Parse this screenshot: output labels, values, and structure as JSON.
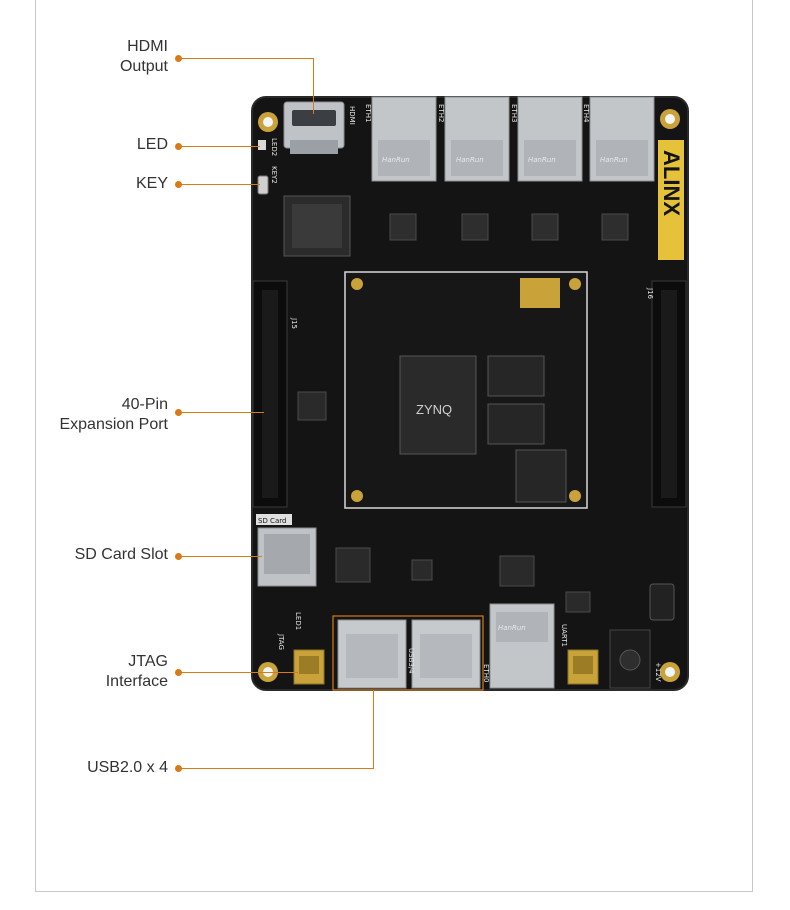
{
  "callouts": {
    "hdmi": {
      "line1": "HDMI",
      "line2": "Output"
    },
    "led": {
      "text": "LED"
    },
    "key": {
      "text": "KEY"
    },
    "pin40": {
      "line1": "40-Pin",
      "line2": "Expansion Port"
    },
    "sdcard": {
      "text": "SD Card Slot"
    },
    "jtag": {
      "line1": "JTAG",
      "line2": "Interface"
    },
    "usb": {
      "text": "USB2.0 x 4"
    }
  },
  "board": {
    "brand": "ALINX",
    "chip_brand": "ZYNQ",
    "eth_brand": "HanRun",
    "silk": {
      "hdmi": "HDMI",
      "sd_card": "SD Card",
      "jtag": "JTAG",
      "usb": "USB3/4",
      "uart": "UART1",
      "eth": "ETH0",
      "eth1": "ETH1",
      "eth2": "ETH2",
      "eth3": "ETH3",
      "eth4": "ETH4",
      "power": "+12V",
      "led1": "LED1",
      "led2": "LED2",
      "key2": "KEY2",
      "j15": "J15",
      "j16": "J16"
    }
  },
  "colors": {
    "accent": "#d87a16",
    "board": "#121212",
    "text": "#333333"
  }
}
